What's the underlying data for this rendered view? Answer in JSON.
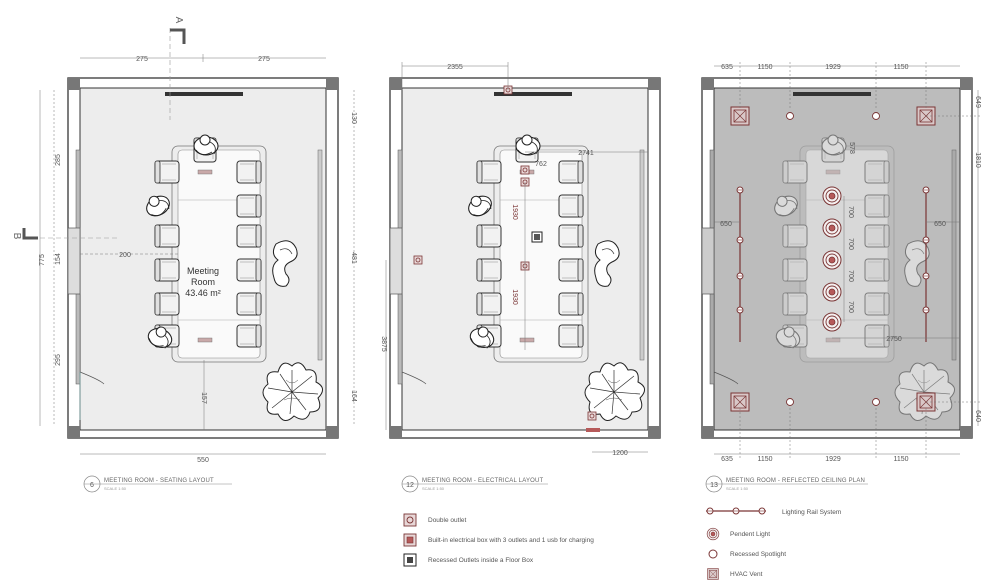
{
  "plans": {
    "seating": {
      "number": "6",
      "title": "MEETING ROOM - SEATING LAYOUT",
      "scale": "SCALE 1:50",
      "room_name": "Meeting",
      "room_name2": "Room",
      "room_area": "43.46 m²",
      "section_a": "A",
      "section_b": "B",
      "dims": {
        "top_left": "275",
        "top_right": "275",
        "bottom": "550",
        "left_1": "285",
        "left_2": "154",
        "left_3": "295",
        "left_total": "775",
        "right_1": "130",
        "right_2": "481",
        "right_3": "164",
        "center_h": "200",
        "center_v": "157"
      }
    },
    "electrical": {
      "number": "12",
      "title": "MEETING ROOM - ELECTRICAL LAYOUT",
      "scale": "SCALE 1:50",
      "dims": {
        "top": "2355",
        "right_top": "2741",
        "small": "762",
        "v1": "1930",
        "v2": "1930",
        "left": "3875",
        "bottom": "1200"
      }
    },
    "ceiling": {
      "number": "13",
      "title": "MEETING ROOM - REFLECTED CEILING PLAN",
      "scale": "SCALE 1:50",
      "dims": {
        "top": [
          "635",
          "1150",
          "1929",
          "1150"
        ],
        "bottom": [
          "635",
          "1150",
          "1929",
          "1150"
        ],
        "right": [
          "649",
          "1810",
          "640"
        ],
        "left_rail": "650",
        "right_rail": "650",
        "pendants": [
          "700",
          "700",
          "700",
          "700"
        ],
        "long": "2750",
        "top_small": "578"
      }
    }
  },
  "legend_electrical": [
    {
      "icon": "double-outlet-icon",
      "label": "Double outlet"
    },
    {
      "icon": "built-in-electrical-box-icon",
      "label": "Built-in electrical box with 3 outlets and 1 usb for charging"
    },
    {
      "icon": "floor-box-icon",
      "label": "Recessed Outlets inside a Floor Box"
    }
  ],
  "legend_ceiling": [
    {
      "icon": "lighting-rail-icon",
      "label": "Lighting Rail System"
    },
    {
      "icon": "pendant-light-icon",
      "label": "Pendent Light"
    },
    {
      "icon": "recessed-spotlight-icon",
      "label": "Recessed Spotlight"
    },
    {
      "icon": "hvac-vent-icon",
      "label": "HVAC Vent"
    }
  ],
  "colors": {
    "accent": "#8a3a3a",
    "wall": "#555555",
    "floor": "#ededed",
    "ceiling": "#bcbcbc"
  }
}
